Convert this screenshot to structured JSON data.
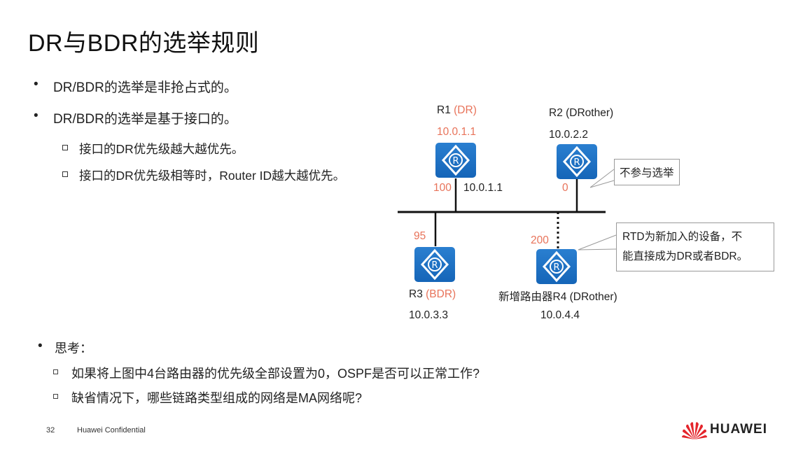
{
  "title": "DR与BDR的选举规则",
  "bullets": {
    "b1": "DR/BDR的选举是非抢占式的。",
    "b2": "DR/BDR的选举是基于接口的。",
    "b2_sub1": "接口的DR优先级越大越优先。",
    "b2_sub2": "接口的DR优先级相等时，Router ID越大越优先。"
  },
  "diagram": {
    "r1": {
      "name": "R1",
      "role": "(DR)",
      "rid": "10.0.1.1",
      "priority": "100",
      "ip": "10.0.1.1"
    },
    "r2": {
      "name": "R2 (DRother)",
      "rid": "10.0.2.2",
      "priority": "0"
    },
    "r3": {
      "name": "R3",
      "role": "(BDR)",
      "rid": "10.0.3.3",
      "priority": "95"
    },
    "r4": {
      "name": "新增路由器R4 (DRother)",
      "rid": "10.0.4.4",
      "priority": "200"
    },
    "callout_r2": "不参与选举",
    "callout_r4_line1": "RTD为新加入的设备，不",
    "callout_r4_line2": "能直接成为DR或者BDR。",
    "router_icon": "router-icon",
    "colors": {
      "router": "#1a6fc4",
      "priority": "#e8735a"
    }
  },
  "think": {
    "heading": "思考：",
    "q1": "如果将上图中4台路由器的优先级全部设置为0，OSPF是否可以正常工作?",
    "q2": "缺省情况下，哪些链路类型组成的网络是MA网络呢?"
  },
  "footer": {
    "page": "32",
    "confidential": "Huawei Confidential",
    "brand": "HUAWEI",
    "brand_colors": {
      "logo": "#e4252c"
    }
  }
}
